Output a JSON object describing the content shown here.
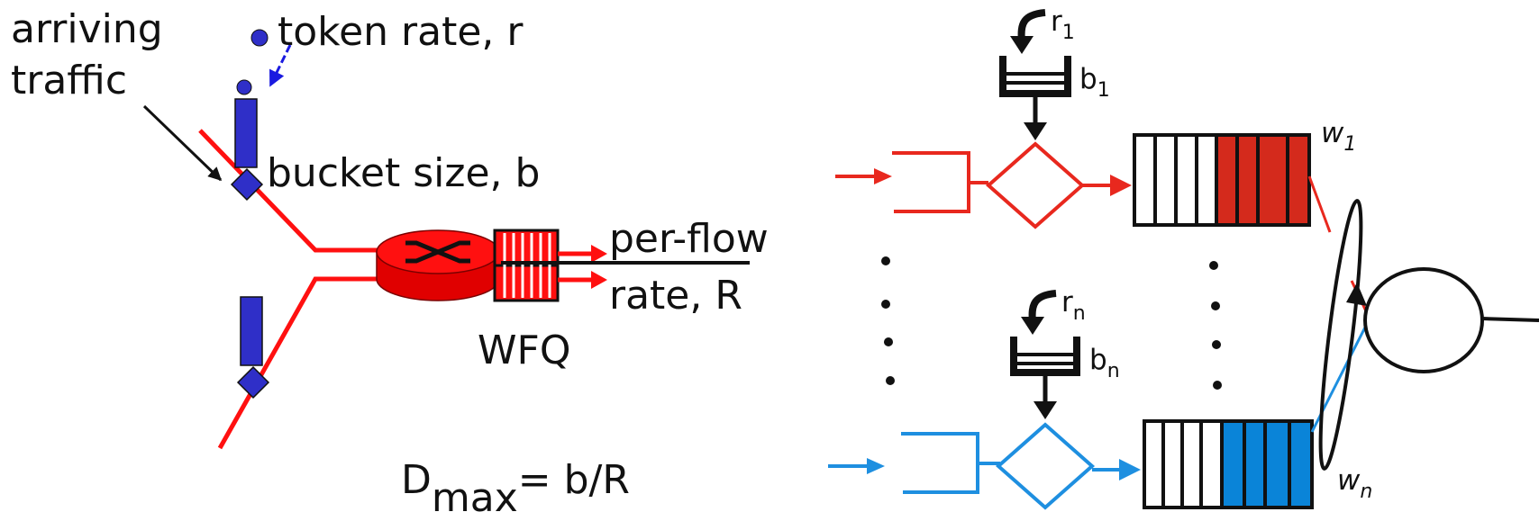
{
  "left_panel": {
    "arriving_traffic_line1": "arriving",
    "arriving_traffic_line2": "traffic",
    "token_rate": "token rate, r",
    "bucket_size": "bucket size, b",
    "per_flow_line1": "per-flow",
    "per_flow_line2": "rate, R",
    "wfq": "WFQ",
    "dmax_d": "D",
    "dmax_sub": "max",
    "dmax_rest": "= b/R"
  },
  "right_panel": {
    "flow_1": {
      "rate": "r",
      "rate_sub": "1",
      "bucket": "b",
      "bucket_sub": "1",
      "weight": "w",
      "weight_sub": "1"
    },
    "flow_n": {
      "rate": "r",
      "rate_sub": "n",
      "bucket": "b",
      "bucket_sub": "n",
      "weight": "w",
      "weight_sub": "n"
    }
  },
  "colors": {
    "red": "#e8281e",
    "queue_red": "#d42a1c",
    "blue": "#1e8fe0",
    "queue_blue": "#0a84d8",
    "token_blue": "#2f2fc8",
    "arrow_blue": "#1a1ae0",
    "ink": "#111111"
  }
}
